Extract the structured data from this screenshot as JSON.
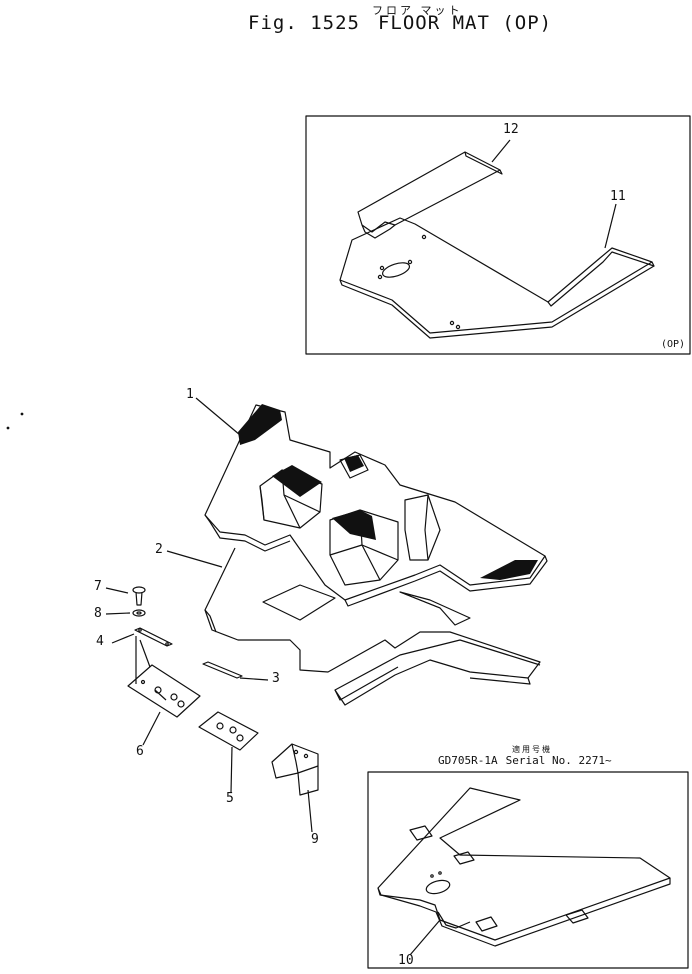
{
  "header": {
    "figure_number": "Fig. 1525",
    "title": "FLOOR MAT (OP)",
    "title_ruby": "フロア マット"
  },
  "option_box": {
    "tag": "(OP)",
    "part_labels": [
      "12",
      "11"
    ]
  },
  "main_assembly": {
    "part_labels": [
      "1",
      "2",
      "3",
      "4",
      "5",
      "6",
      "7",
      "8",
      "9"
    ]
  },
  "serial_box": {
    "model": "GD705R-1A",
    "serial": "Serial No. 2271~",
    "serial_ruby": "適用号機",
    "part_labels": [
      "10"
    ]
  },
  "colors": {
    "line": "#111111",
    "background": "#ffffff"
  }
}
